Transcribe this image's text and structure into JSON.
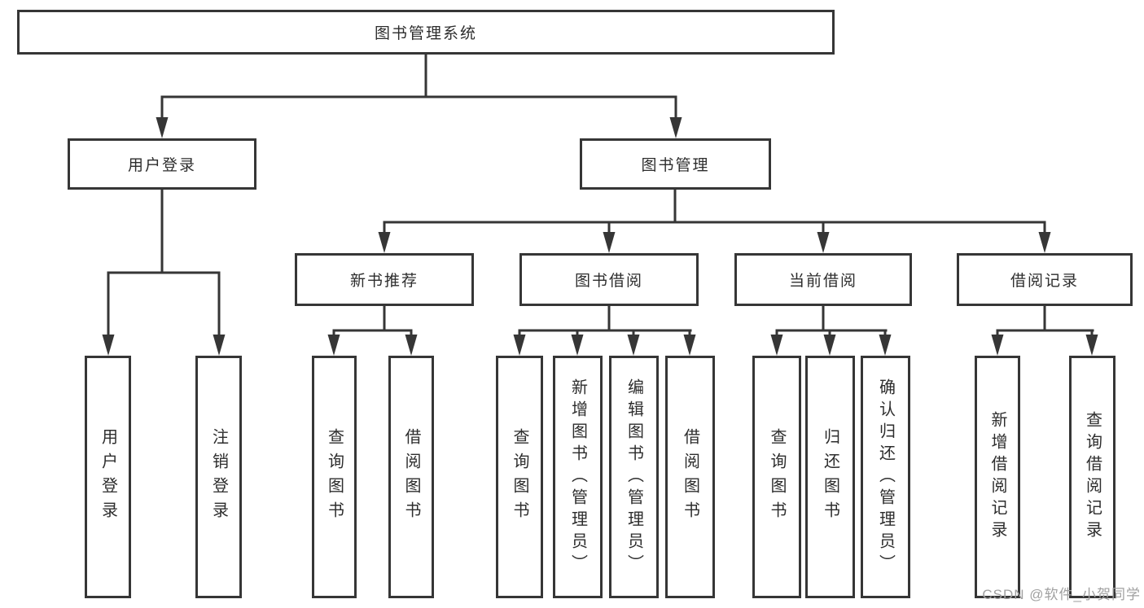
{
  "tree": {
    "root": {
      "label": "图书管理系统"
    },
    "login": {
      "label": "用户登录",
      "leaves": [
        "用户登录",
        "注销登录"
      ]
    },
    "manage": {
      "label": "图书管理",
      "groups": [
        {
          "label": "新书推荐",
          "leaves": [
            "查询图书",
            "借阅图书"
          ]
        },
        {
          "label": "图书借阅",
          "leaves": [
            "查询图书",
            "新增图书（管理员）",
            "编辑图书（管理员）",
            "借阅图书"
          ]
        },
        {
          "label": "当前借阅",
          "leaves": [
            "查询图书",
            "归还图书",
            "确认归还（管理员）"
          ]
        },
        {
          "label": "借阅记录",
          "leaves": [
            "新增借阅记录",
            "查询借阅记录"
          ]
        }
      ]
    }
  },
  "watermark": {
    "text": "CSDN @软件_小贺同学"
  },
  "colors": {
    "line": "#363636",
    "border": "#363636",
    "text": "#2d2d2d",
    "watermark": "#a0a0a0",
    "background": "#ffffff"
  }
}
